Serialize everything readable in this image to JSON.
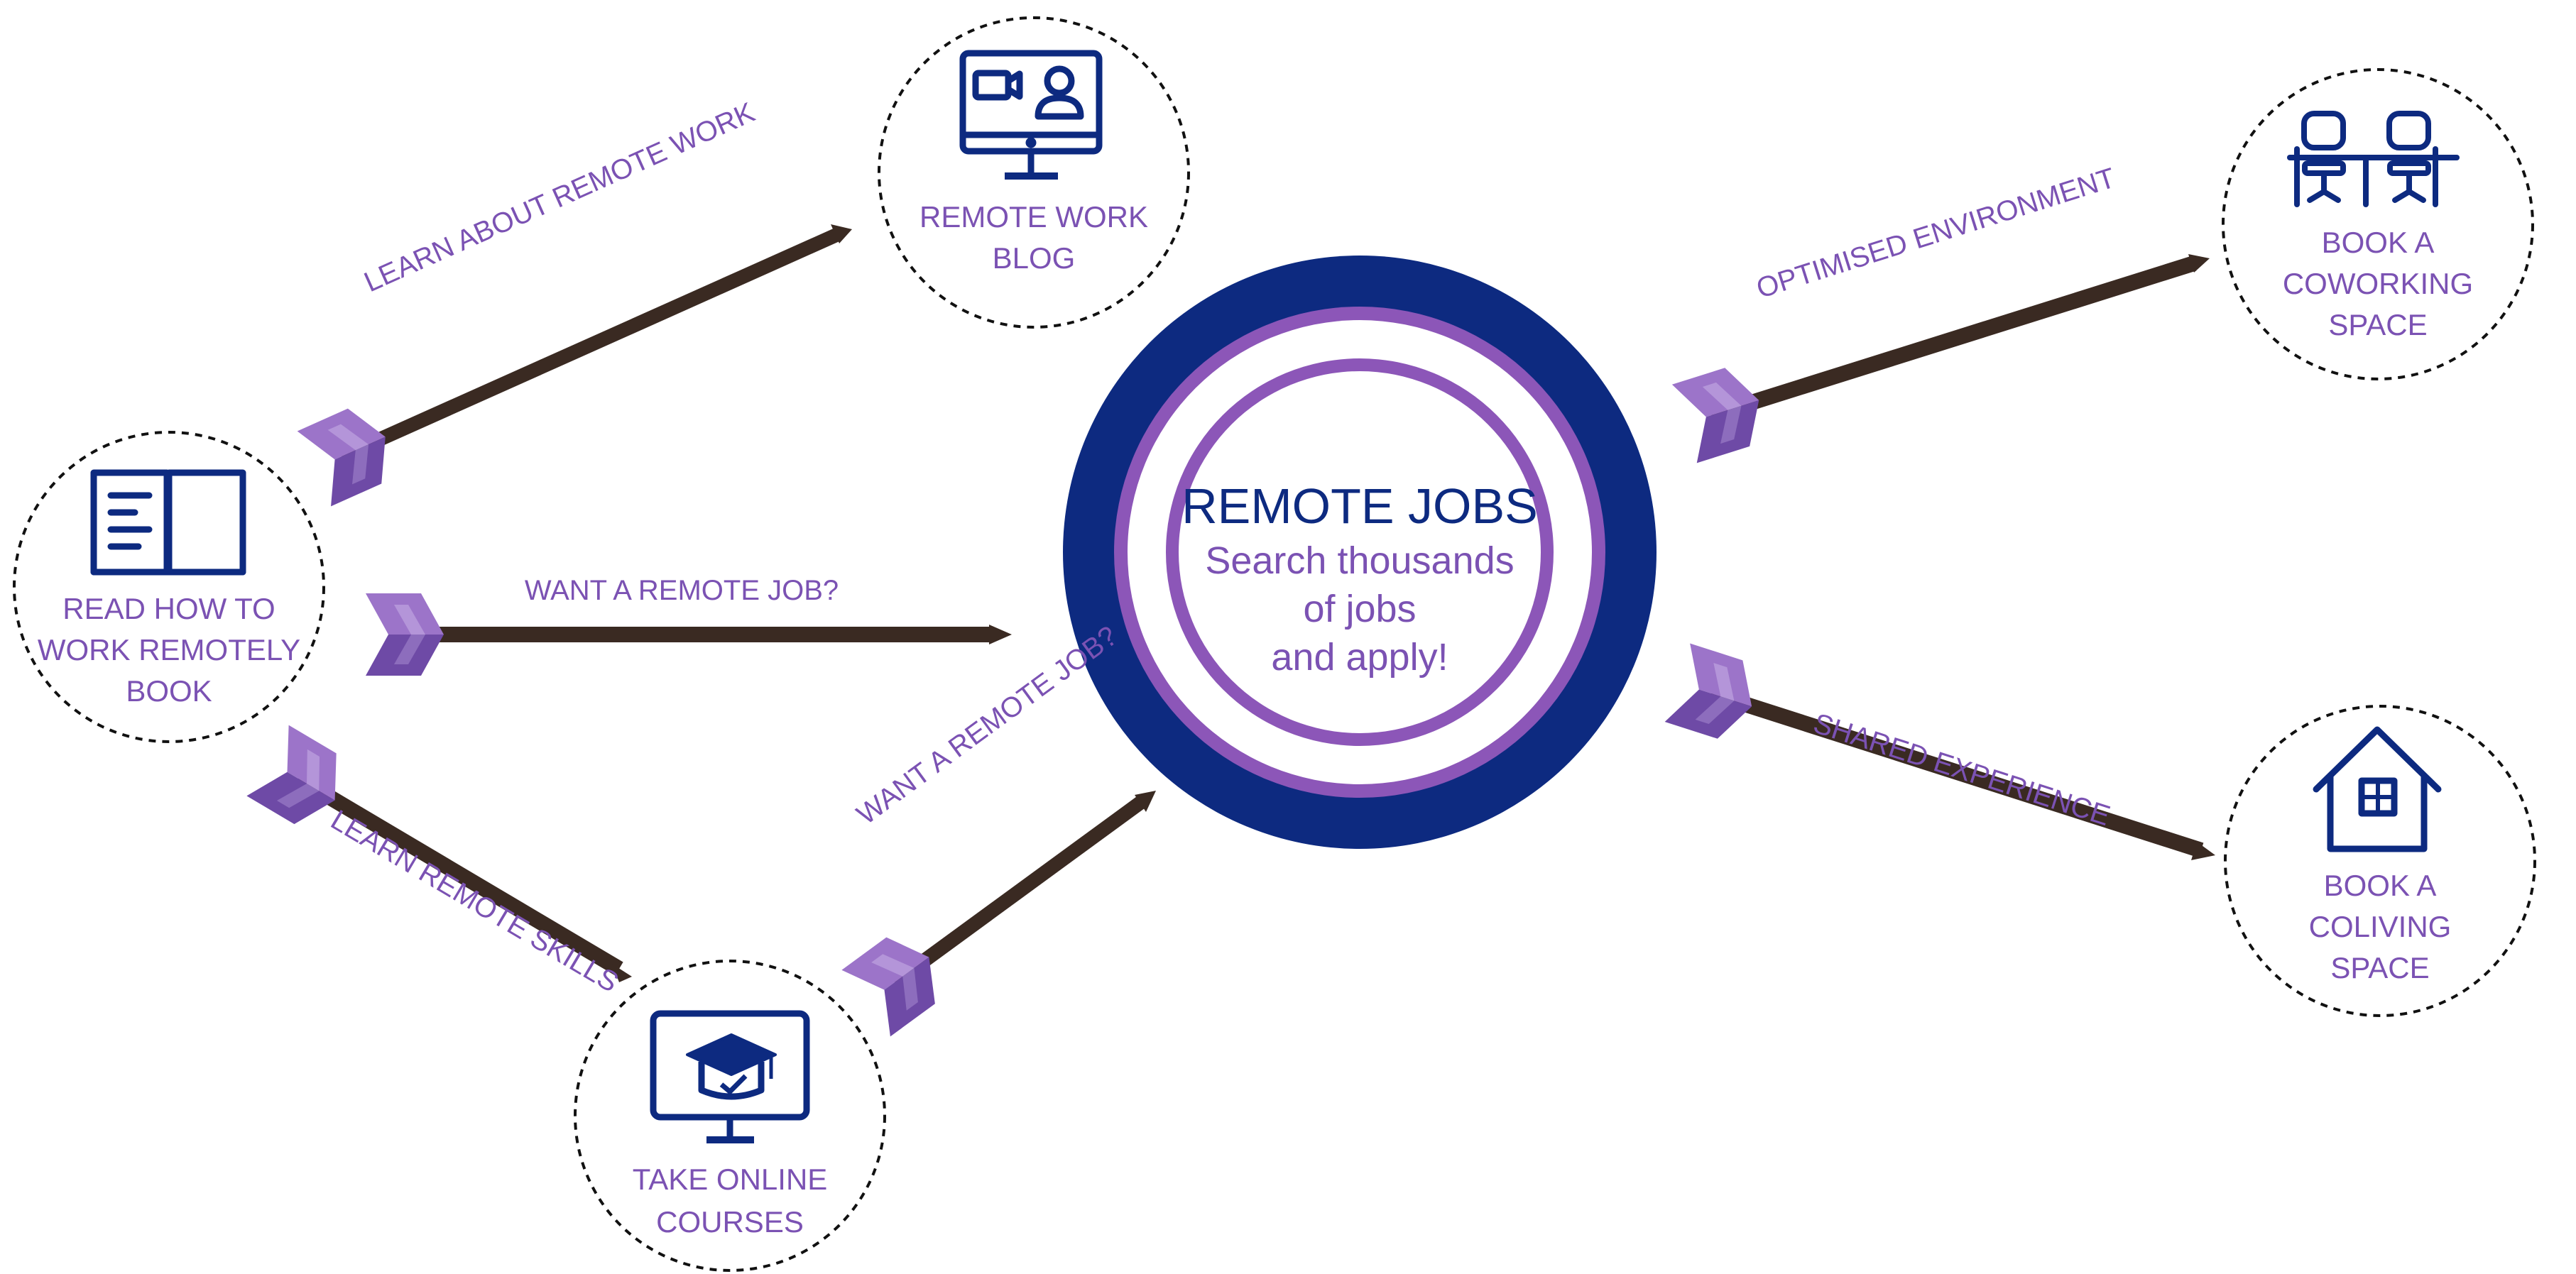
{
  "center": {
    "title": "REMOTE JOBS",
    "subtitle_lines": [
      "Search thousands",
      "of jobs",
      "and apply!"
    ]
  },
  "nodes": {
    "blog": {
      "lines": [
        "REMOTE WORK",
        "BLOG"
      ],
      "icon": "video-call-monitor-icon"
    },
    "book": {
      "lines": [
        "READ HOW TO",
        "WORK REMOTELY",
        "BOOK"
      ],
      "icon": "open-book-icon"
    },
    "courses": {
      "lines": [
        "TAKE ONLINE",
        "COURSES"
      ],
      "icon": "graduation-monitor-icon"
    },
    "coworking": {
      "lines": [
        "BOOK A",
        "COWORKING",
        "SPACE"
      ],
      "icon": "coworking-desks-icon"
    },
    "coliving": {
      "lines": [
        "BOOK A",
        "COLIVING",
        "SPACE"
      ],
      "icon": "house-icon"
    }
  },
  "arrows": {
    "learn_about": "LEARN ABOUT REMOTE WORK",
    "want_job_top": "WANT A REMOTE JOB?",
    "learn_skills": "LEARN REMOTE SKILLS",
    "want_job_bottom": "WANT A REMOTE JOB?",
    "optimised": "OPTIMISED ENVIRONMENT",
    "shared": "SHARED EXPERIENCE"
  },
  "colors": {
    "navy": "#0D2A80",
    "purple": "#8C56B8",
    "label_purple": "#7B52B3",
    "shaft": "#3A2A22",
    "feather_light": "#9C74C9",
    "feather_dark": "#6E4AA6"
  }
}
